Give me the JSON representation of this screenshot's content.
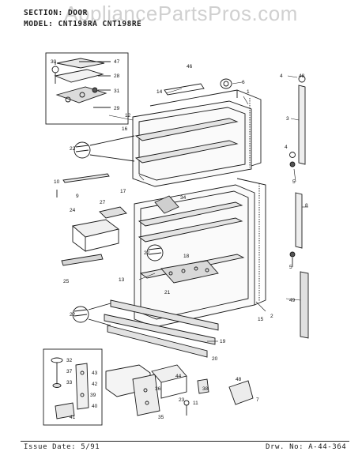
{
  "header": {
    "section_line": "SECTION: DOOR",
    "model_line": "MODEL: CNT198RA CNT198RE"
  },
  "watermark": "AppliancePartsPros.com",
  "footer": {
    "issue_date": "Issue Date: 5/91",
    "drawing_no": "Drw. No: A-44-364"
  },
  "callouts": {
    "c1": "1",
    "c2": "2",
    "c3": "3",
    "c4": "4",
    "c5": "5",
    "c5b": "5",
    "c6": "6",
    "c7": "7",
    "c8": "8",
    "c9": "9",
    "c10": "10",
    "c11": "11",
    "c12": "12",
    "c13": "13",
    "c14": "14",
    "c15": "15",
    "c16": "16",
    "c17": "17",
    "c18": "18",
    "c19": "19",
    "c20": "20",
    "c21": "21",
    "c22a": "22",
    "c22b": "22",
    "c22c": "22",
    "c23": "23",
    "c24": "24",
    "c25": "25",
    "c27": "27",
    "c28": "28",
    "c29": "29",
    "c30": "30",
    "c31": "31",
    "c32": "32",
    "c33": "33",
    "c34": "34",
    "c35": "35",
    "c36": "36",
    "c37": "37",
    "c38": "38",
    "c39": "39",
    "c40": "40",
    "c41": "41",
    "c42": "42",
    "c43": "43",
    "c44": "44",
    "c46": "46",
    "c47": "47",
    "c48": "48",
    "c49": "49",
    "c4b": "4"
  },
  "colors": {
    "ink": "#1a1a1a",
    "paper": "#ffffff",
    "watermark": "#969696"
  }
}
